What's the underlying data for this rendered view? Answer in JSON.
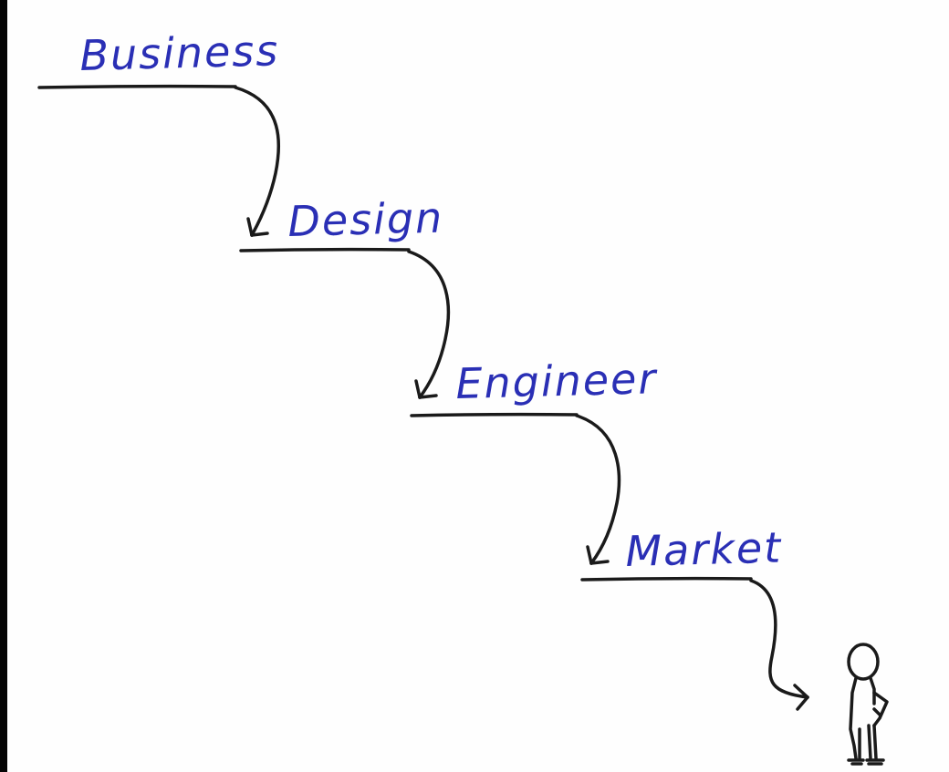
{
  "diagram": {
    "steps": [
      {
        "label": "Business"
      },
      {
        "label": "Design"
      },
      {
        "label": "Engineer"
      },
      {
        "label": "Market"
      }
    ],
    "end_figure": {
      "icon": "person-icon"
    },
    "colors": {
      "label_ink": "#2a2fb5",
      "line_ink": "#1a1a1a",
      "background": "#fefefe"
    }
  }
}
